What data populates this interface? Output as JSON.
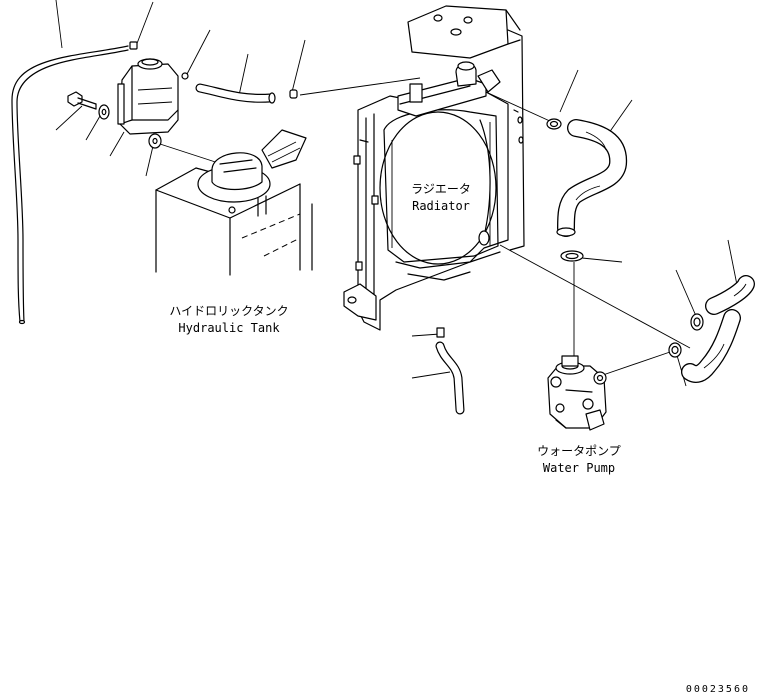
{
  "labels": {
    "radiator_jp": "ラジエータ",
    "radiator_en": "Radiator",
    "hydraulic_tank_jp": "ハイドロリックタンク",
    "hydraulic_tank_en": "Hydraulic Tank",
    "water_pump_jp": "ウォータポンプ",
    "water_pump_en": "Water Pump"
  },
  "figure_number": "00023560"
}
